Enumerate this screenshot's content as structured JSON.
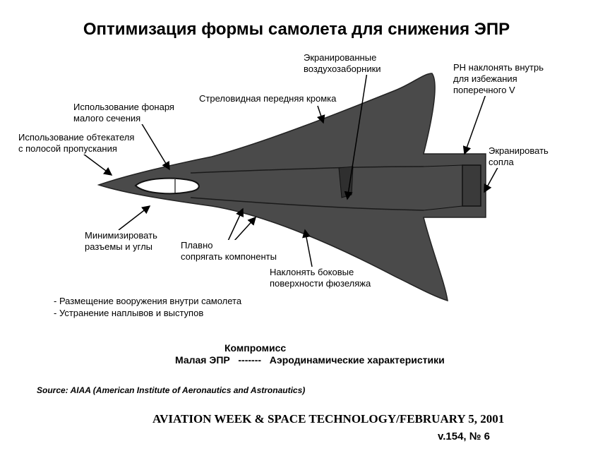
{
  "title": "Оптимизация формы самолета для снижения ЭПР",
  "labels": {
    "shielded_intakes": [
      "Экранированные",
      "воздухозаборники"
    ],
    "rudder_inward": [
      "РН наклонять внутрь",
      "для избежания",
      "поперечного V"
    ],
    "swept_edge": "Стреловидная передняя кромка",
    "canopy": [
      "Использование фонаря",
      "малого сечения"
    ],
    "radome": [
      "Использование обтекателя",
      "с полосой пропускания"
    ],
    "shield_nozzle": [
      "Экранировать",
      "сопла"
    ],
    "minimize_joints": [
      "Минимизировать",
      "разъемы и углы"
    ],
    "smooth_blend": [
      "Плавно",
      "сопрягать компоненты"
    ],
    "tilt_sides": [
      "Наклонять боковые",
      "поверхности фюзеляжа"
    ]
  },
  "bullets": [
    "- Размещение вооружения внутри самолета",
    "- Устранение наплывов и выступов"
  ],
  "compromise": {
    "title": "Компромисс",
    "left": "Малая ЭПР",
    "dashes": "-------",
    "right": "Аэродинамические характеристики"
  },
  "source": "Source: AIAA (American Institute of Aeronautics and Astronautics)",
  "journal": "AVIATION WEEK & SPACE TECHNOLOGY/FEBRUARY 5, 2001",
  "volume": "v.154, № 6",
  "colors": {
    "fuselage": "#4a4a4a",
    "canopy": "#ffffff",
    "arrow": "#000000"
  }
}
